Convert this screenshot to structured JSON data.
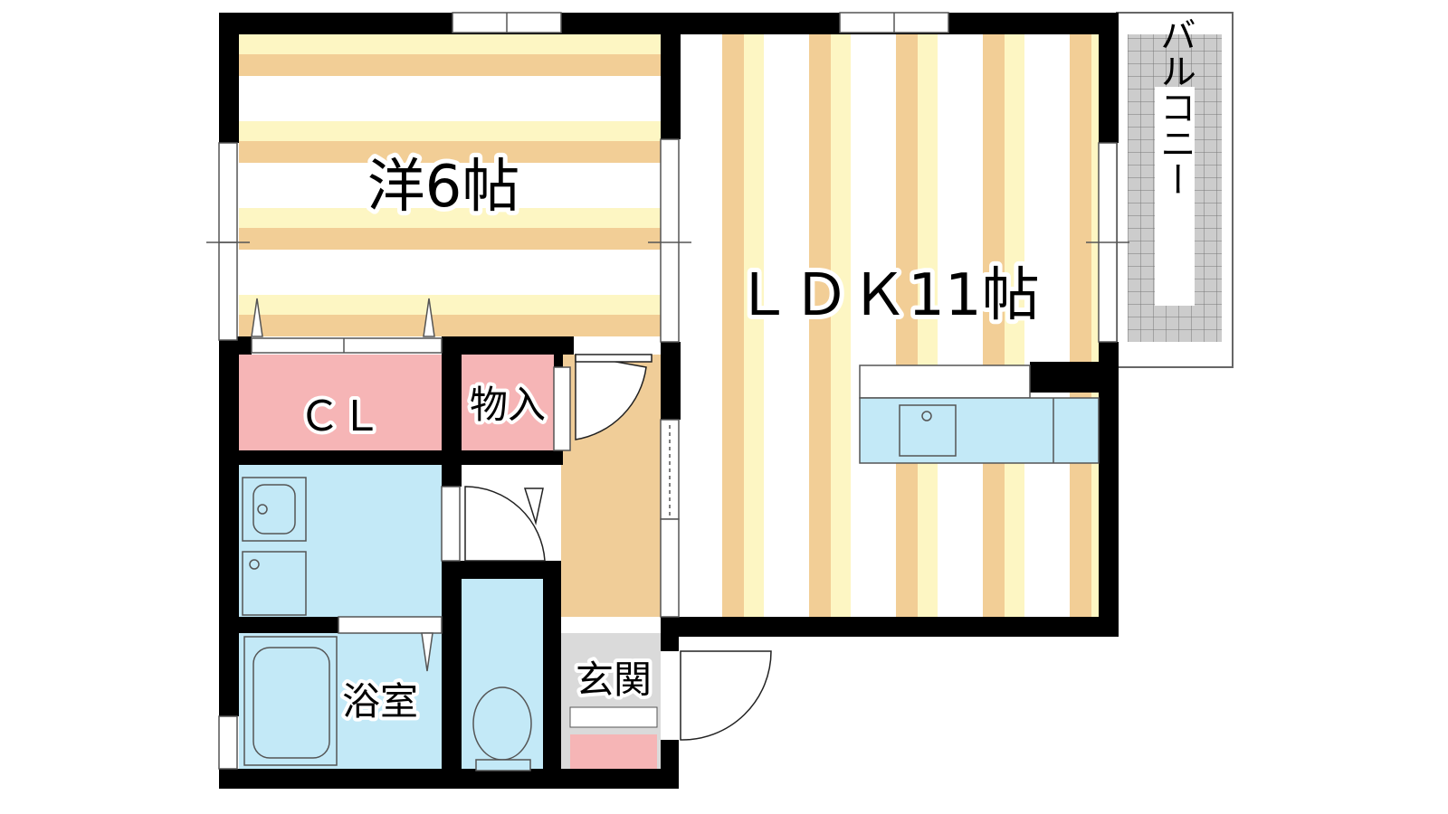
{
  "rooms": {
    "western": "洋6帖",
    "ldk": "ＬＤＫ11帖",
    "closet": "ＣＬ",
    "storage": "物入",
    "bath": "浴室",
    "entrance": "玄関",
    "balcony": "バルコニー"
  },
  "colors": {
    "wall": "#000000",
    "stripe_tan": "#F2CE96",
    "stripe_cream": "#FDF6C3",
    "floor_white": "#FFFFFF",
    "closet_pink": "#F6B5B6",
    "water_blue": "#C3E9F7",
    "corridor_tan": "#F0CD98",
    "entrance_gray": "#DADADA",
    "balcony_gray": "#CCCCCC"
  }
}
